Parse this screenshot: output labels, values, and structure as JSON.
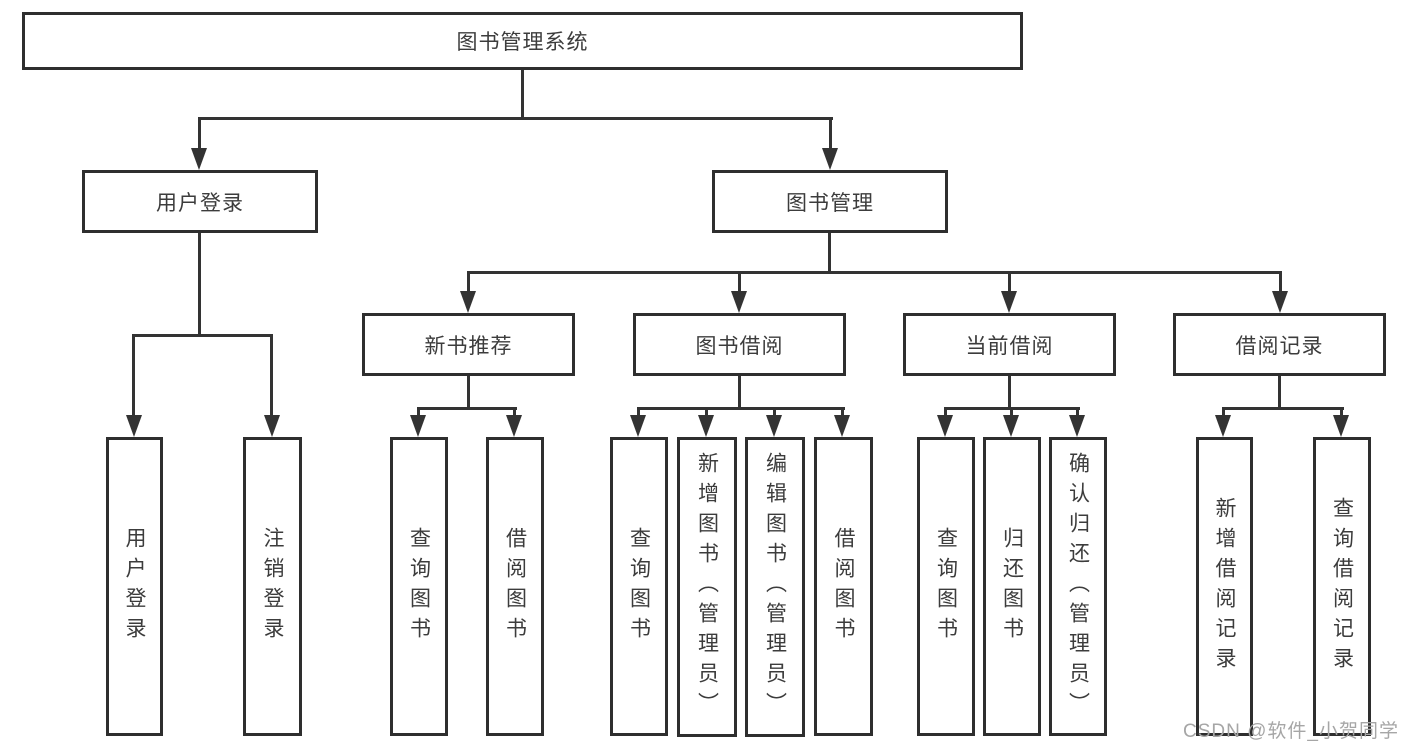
{
  "diagram": {
    "root": {
      "label": "图书管理系统"
    },
    "branches": [
      {
        "label": "用户登录",
        "leaves": [
          {
            "label": "用户登录"
          },
          {
            "label": "注销登录"
          }
        ]
      },
      {
        "label": "图书管理",
        "groups": [
          {
            "label": "新书推荐",
            "leaves": [
              {
                "label": "查询图书"
              },
              {
                "label": "借阅图书"
              }
            ]
          },
          {
            "label": "图书借阅",
            "leaves": [
              {
                "label": "查询图书"
              },
              {
                "label": "新增图书（管理员）"
              },
              {
                "label": "编辑图书（管理员）"
              },
              {
                "label": "借阅图书"
              }
            ]
          },
          {
            "label": "当前借阅",
            "leaves": [
              {
                "label": "查询图书"
              },
              {
                "label": "归还图书"
              },
              {
                "label": "确认归还（管理员）"
              }
            ]
          },
          {
            "label": "借阅记录",
            "leaves": [
              {
                "label": "新增借阅记录"
              },
              {
                "label": "查询借阅记录"
              }
            ]
          }
        ]
      }
    ]
  },
  "watermark": {
    "text": "CSDN @软件_小贺同学"
  },
  "colors": {
    "line": "#333333",
    "box_border": "#2e2e2e",
    "text": "#3c3c3c",
    "watermark": "#A6A6A6",
    "background": "#FFFFFF"
  }
}
